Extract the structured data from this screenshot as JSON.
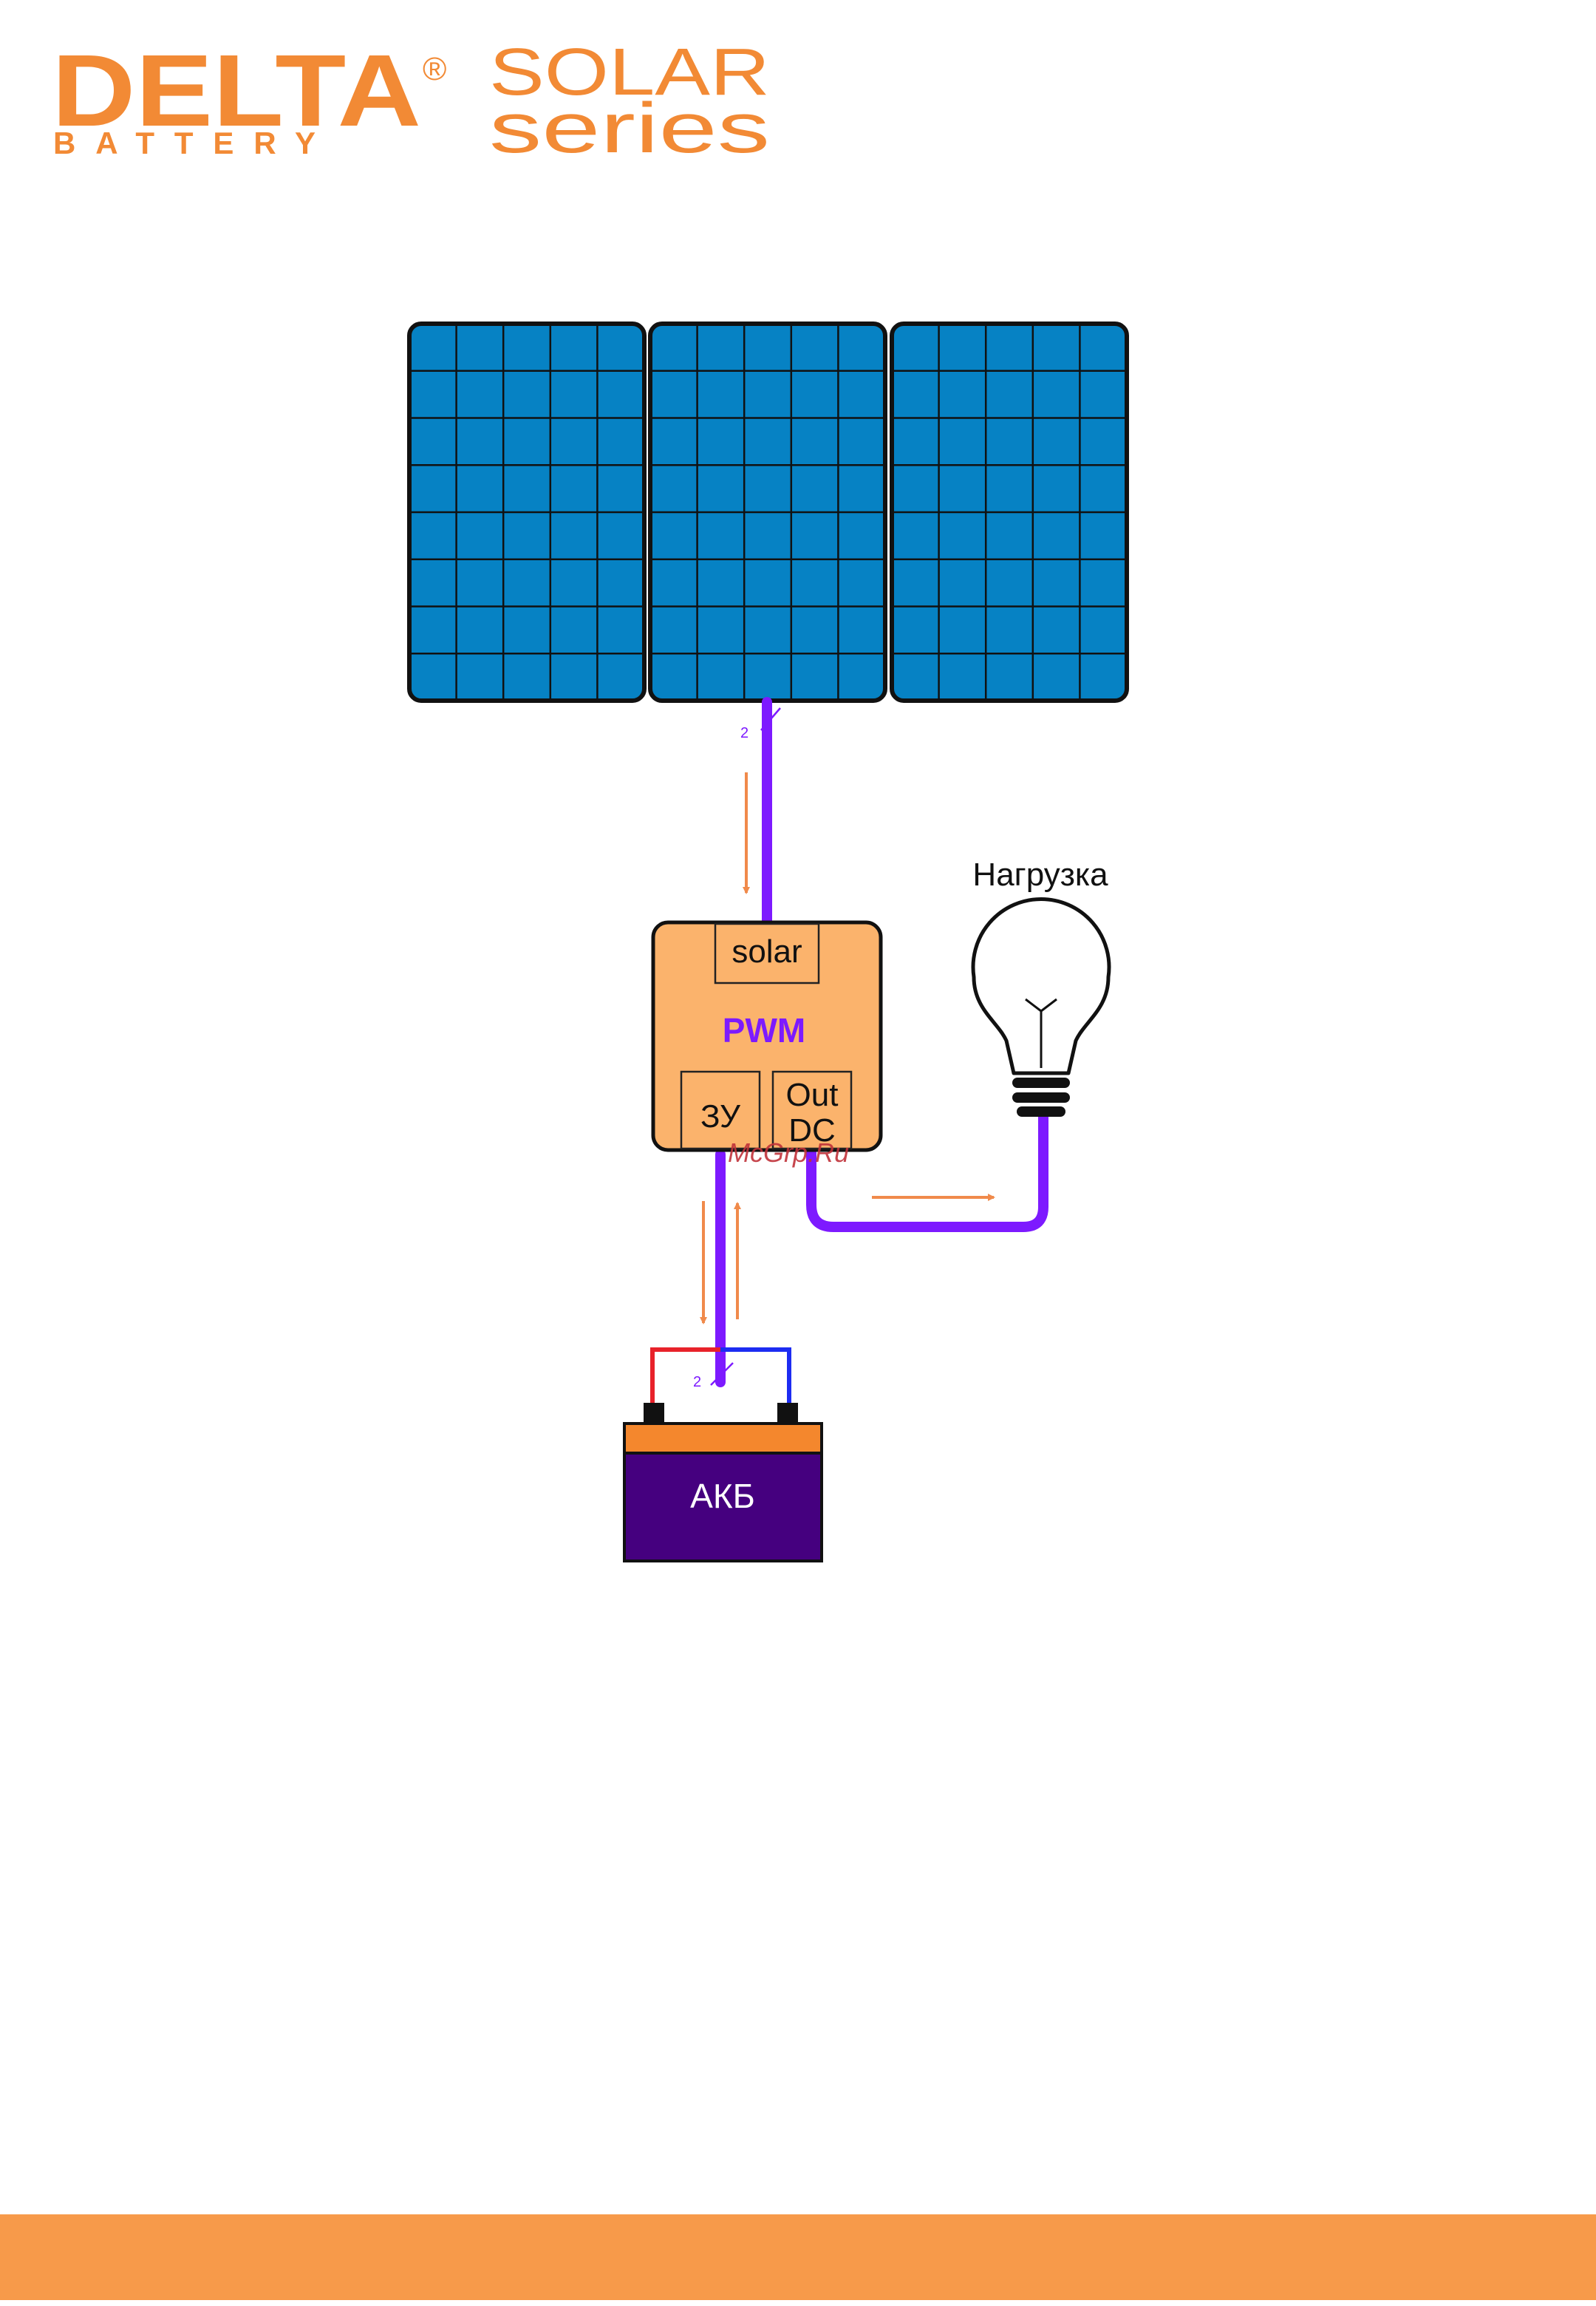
{
  "brand": {
    "name": "DELTA",
    "registered": "®",
    "sub": "BATTERY",
    "series_line1": "SOLAR",
    "series_line2": "series",
    "color": "#f28a35"
  },
  "diagram": {
    "solar_wire_count": "2",
    "battery_wire_count": "2",
    "controller": {
      "solar_port": "solar",
      "type": "PWM",
      "charge_port": "ЗУ",
      "out_port_line1": "Out",
      "out_port_line2": "DC"
    },
    "load_label": "Нагрузка",
    "battery_label": "АКБ",
    "watermark": "McGrp.Ru"
  },
  "colors": {
    "panel_fill": "#0682c4",
    "controller_fill": "#fbb36c",
    "wire": "#7d1aff",
    "arrow": "#f08a4b",
    "battery_body": "#45007f",
    "battery_top": "#f4872d",
    "terminal_pos": "#e8222a",
    "terminal_neg": "#1d2cf2",
    "footer": "#f79a4a",
    "watermark": "#c0323a"
  }
}
